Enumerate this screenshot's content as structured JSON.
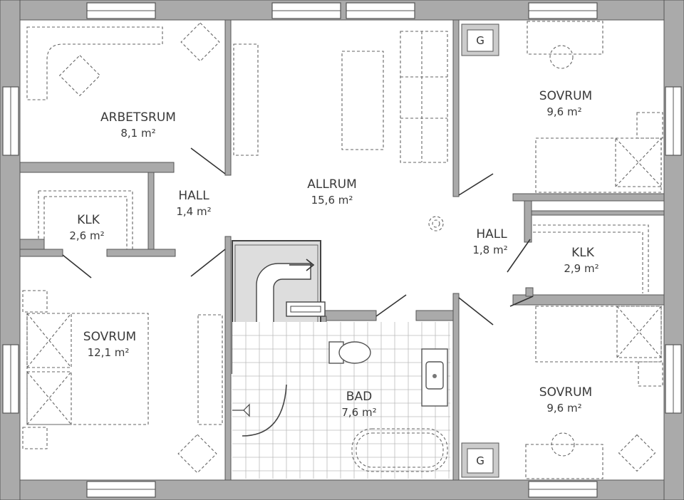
{
  "rooms": {
    "arbetsrum": {
      "name": "ARBETSRUM",
      "area": "8,1 m²"
    },
    "hall_left": {
      "name": "HALL",
      "area": "1,4 m²"
    },
    "allrum": {
      "name": "ALLRUM",
      "area": "15,6 m²"
    },
    "sovrum_top_right": {
      "name": "SOVRUM",
      "area": "9,6 m²"
    },
    "klk_left": {
      "name": "KLK",
      "area": "2,6 m²"
    },
    "hall_right": {
      "name": "HALL",
      "area": "1,8 m²"
    },
    "klk_right": {
      "name": "KLK",
      "area": "2,9 m²"
    },
    "sovrum_left": {
      "name": "SOVRUM",
      "area": "12,1 m²"
    },
    "bad": {
      "name": "BAD",
      "area": "7,6 m²"
    },
    "sovrum_bottom_right": {
      "name": "SOVRUM",
      "area": "9,6 m²"
    }
  },
  "fixtures": {
    "g_top": "G",
    "g_bottom": "G"
  },
  "colors": {
    "wall": "#aaaaaa",
    "stair": "#dddddd"
  }
}
